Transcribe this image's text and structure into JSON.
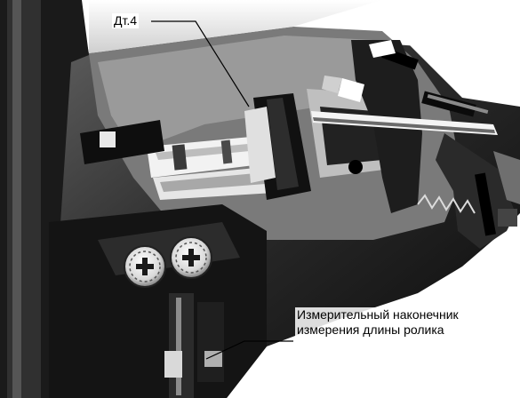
{
  "labels": {
    "sensor": "Дт.4",
    "tip_line1": "Измерительный наконечник",
    "tip_line2": "измерения длины ролика"
  }
}
